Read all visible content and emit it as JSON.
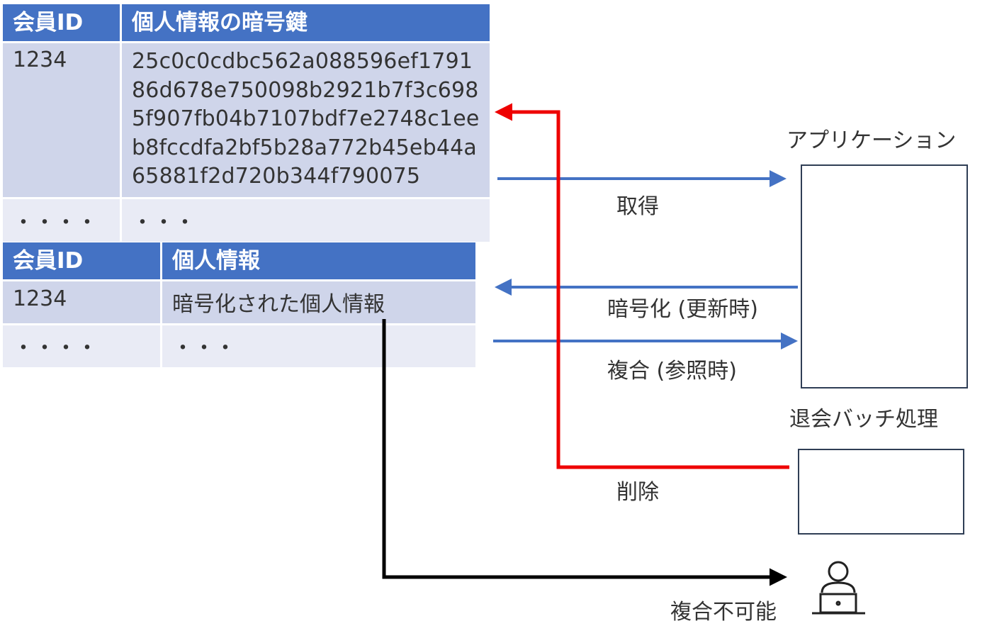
{
  "key_table": {
    "headers": [
      "会員ID",
      "個人情報の暗号鍵"
    ],
    "row1": {
      "id": "1234",
      "key": "25c0c0cdbc562a088596ef1791\n86d678e750098b2921b7f3c698\n5f907fb04b7107bdf7e2748c1ee\nb8fccdfa2bf5b28a772b45eb44a\n65881f2d720b344f790075"
    },
    "row2": {
      "id": "・・・・",
      "key": "・・・"
    }
  },
  "data_table": {
    "headers": [
      "会員ID",
      "個人情報"
    ],
    "row1": {
      "id": "1234",
      "info": "暗号化された個人情報"
    },
    "row2": {
      "id": "・・・・",
      "info": "・・・"
    }
  },
  "labels": {
    "application": "アプリケーション",
    "batch": "退会バッチ処理",
    "get": "取得",
    "encrypt": "暗号化 (更新時)",
    "decrypt": "複合 (参照時)",
    "delete": "削除",
    "undecryptable": "複合不可能"
  },
  "colors": {
    "header_blue": "#4472c4",
    "row_dark": "#cfd5ea",
    "row_light": "#e9ebf5",
    "arrow_blue": "#4472c4",
    "arrow_red": "#ee0000",
    "arrow_black": "#000000"
  },
  "icons": [
    "person-with-laptop-icon"
  ]
}
